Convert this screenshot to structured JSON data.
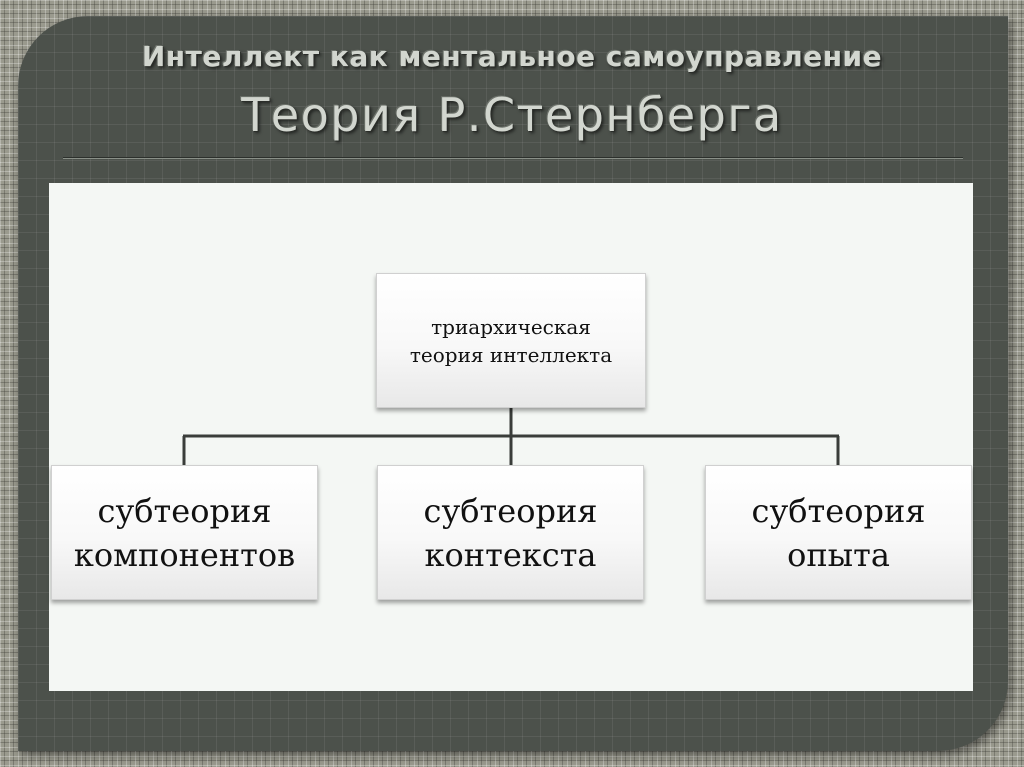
{
  "slide": {
    "title_line1": "Интеллект как ментальное самоуправление",
    "title_line2": "Теория  Р.Стернберга"
  },
  "diagram": {
    "root": {
      "line1": "триархическая",
      "line2": "теория интеллекта"
    },
    "children": [
      {
        "line1": "субтеория",
        "line2": "компонентов"
      },
      {
        "line1": "субтеория",
        "line2": "контекста"
      },
      {
        "line1": "субтеория",
        "line2": "опыта"
      }
    ]
  },
  "colors": {
    "panel": "#4c514b",
    "title_text": "#d2d6cf",
    "content_bg": "#f4f7f4",
    "connector": "#3a3d3a"
  }
}
